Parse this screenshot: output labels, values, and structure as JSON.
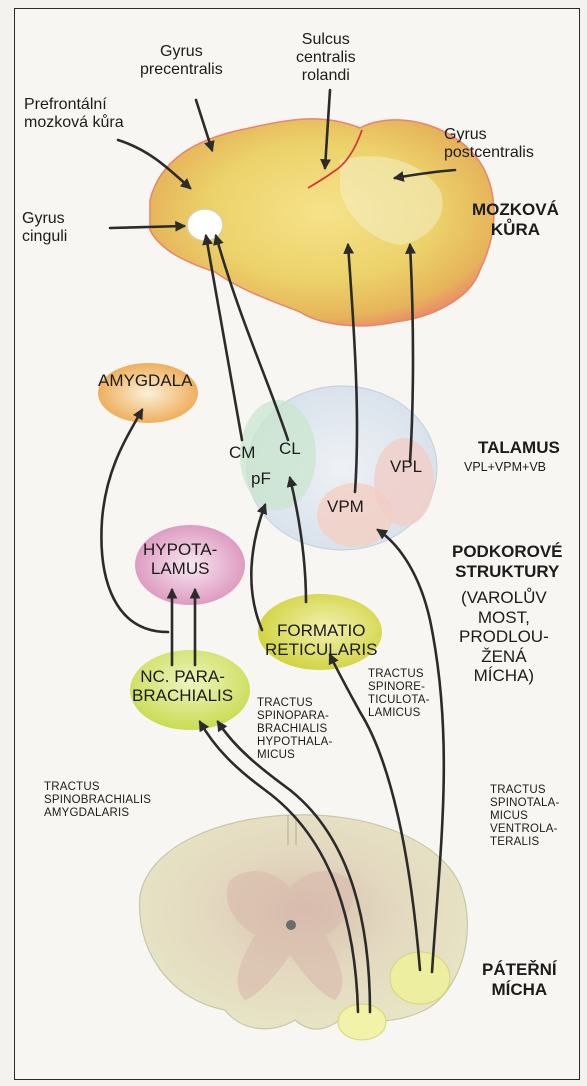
{
  "labels": {
    "gyrus_precentralis": "Gyrus\nprecentralis",
    "sulcus_centralis": "Sulcus\ncentralis\nrolandi",
    "prefrontal": "Prefrontální\nmozková kůra",
    "gyrus_postcentralis": "Gyrus\npostcentralis",
    "gyrus_cinguli": "Gyrus\ncinguli",
    "mozkova_kura": "MOZKOVÁ\nKŮRA",
    "amygdala": "AMYGDALA",
    "cm": "CM",
    "cl": "CL",
    "pf": "pF",
    "vpm": "VPM",
    "vpl": "VPL",
    "talamus": "TALAMUS",
    "talamus_sub": "VPL+VPM+VB",
    "hypotalamus": "HYPOTA-\nLAMUS",
    "podkorove": "PODKOROVÉ\nSTRUKTURY",
    "podkorove_sub": "(VAROLŮV\nMOST,\nPRODLOU-\nŽENÁ\nMÍCHA)",
    "formatio": "FORMATIO\nRETICULARIS",
    "parabrachialis": "NC. PARA-\nBRACHIALIS",
    "tr_spinoreticulo": "TRACTUS\nSPINORE-\nTICULOTA-\nLAMICUS",
    "tr_spinopara": "TRACTUS\nSPINOPARA-\nBRACHIALIS\nHYPOTHALA-\nMICUS",
    "tr_spinobrachialis": "TRACTUS\nSPINOBRACHIALIS\nAMYGDALARIS",
    "tr_spinotalamicus": "TRACTUS\nSPINOTALA-\nMICUS\nVENTROLA-\nTERALIS",
    "paterni_micha": "PÁTEŘNÍ\nMÍCHA"
  },
  "colors": {
    "arrow": "#2b2b2b",
    "cortex": "#f2c65c",
    "thalamus": "#dfe7ee",
    "amygdala": "#f0b050",
    "hypothalamus": "#e6a8c8",
    "formatio": "#d9d94a",
    "parabrachialis": "#cfe05a",
    "spinal_cord": "#e9e7c9",
    "sulcus_line": "#d23a3a"
  }
}
